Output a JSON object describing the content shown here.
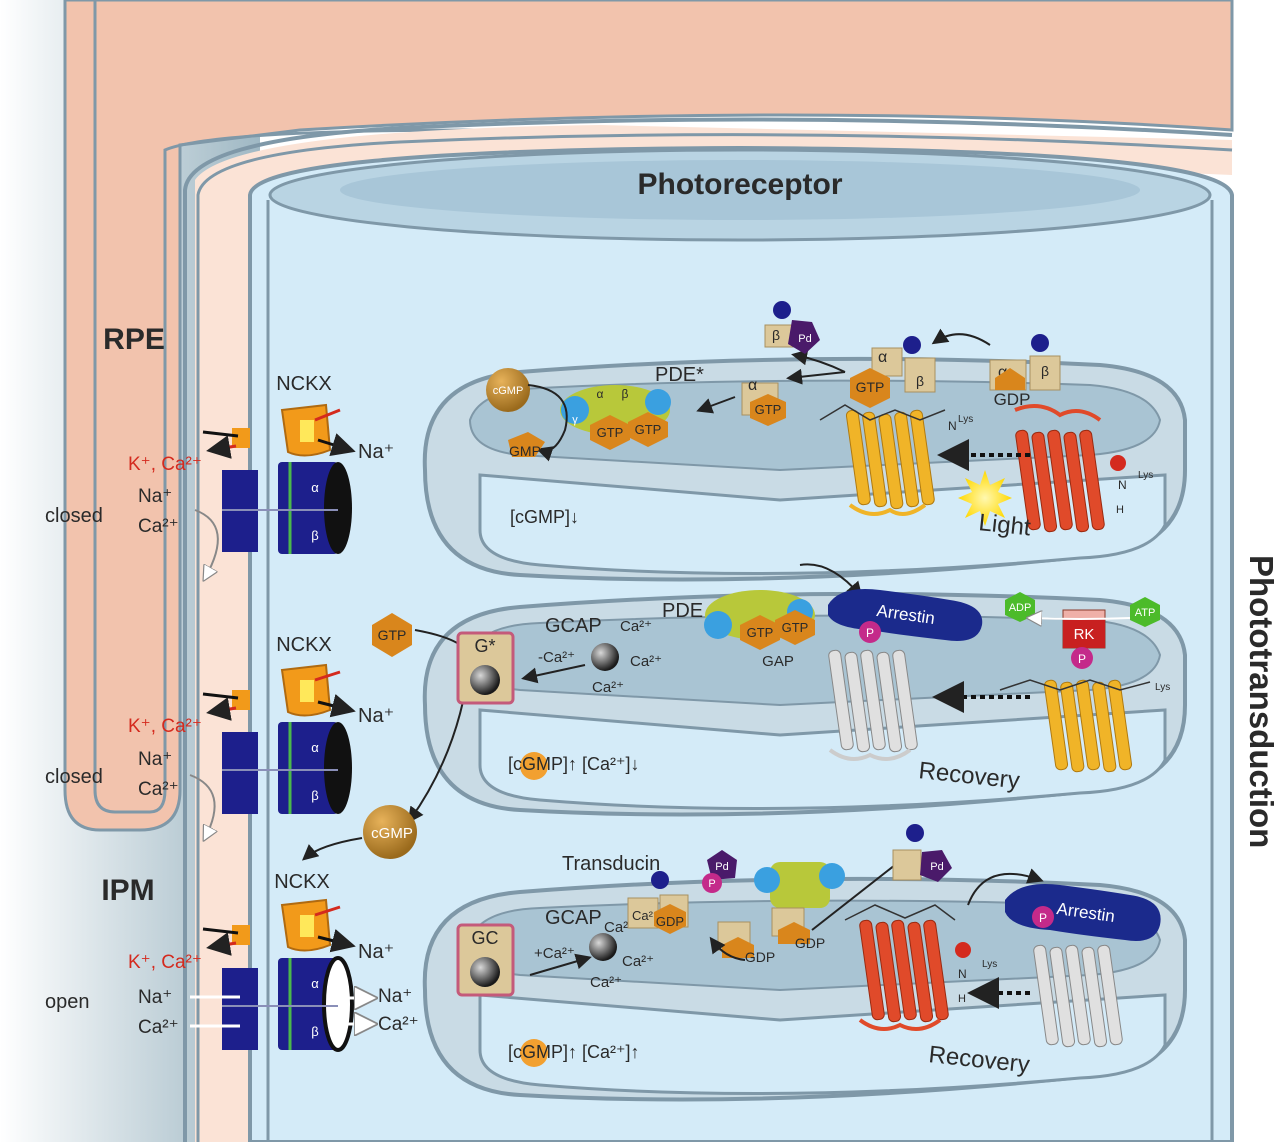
{
  "labels": {
    "photoreceptor": "Photoreceptor",
    "phototransduction": "Phototransduction",
    "rpe": "RPE",
    "ipm": "IPM"
  },
  "channels": [
    {
      "nckx": "NCKX",
      "na_out": "Na⁺",
      "k_ca": "K⁺, Ca²⁺",
      "state": "closed",
      "na_in": "Na⁺",
      "ca_in": "Ca²⁺",
      "alpha": "α",
      "beta": "β"
    },
    {
      "nckx": "NCKX",
      "na_out": "Na⁺",
      "k_ca": "K⁺, Ca²⁺",
      "state": "closed",
      "na_in": "Na⁺",
      "ca_in": "Ca²⁺",
      "alpha": "α",
      "beta": "β"
    },
    {
      "nckx": "NCKX",
      "na_out": "Na⁺",
      "k_ca": "K⁺, Ca²⁺",
      "state": "open",
      "na_in": "Na⁺",
      "ca_in": "Ca²⁺",
      "alpha": "α",
      "beta": "β",
      "na_exit": "Na⁺",
      "ca_exit": "Ca²⁺"
    }
  ],
  "discs": [
    {
      "status": "[cGMP]↓",
      "caption": "Light",
      "texts": {
        "pde": "PDE*",
        "cgmp": "cGMP",
        "gmp": "GMP",
        "gtp1": "GTP",
        "gtp2": "GTP",
        "gtp3": "GTP",
        "gtp4": "GTP",
        "gdp": "GDP",
        "lys1": "Lys",
        "lys2": "Lys",
        "pd": "Pd",
        "alpha": "α",
        "beta": "β",
        "gamma": "γ",
        "h": "H",
        "n": "N"
      }
    },
    {
      "status": "[cGMP]↑  [Ca²⁺]↓",
      "caption": "Recovery",
      "texts": {
        "pde": "PDE",
        "gcap": "GCAP",
        "gstar": "G*",
        "minus_ca": "-Ca²⁺",
        "ca1": "Ca²⁺",
        "ca2": "Ca²⁺",
        "ca3": "Ca²⁺",
        "gap": "GAP",
        "gtp_a": "GTP",
        "gtp_b": "GTP",
        "gtp_free": "GTP",
        "arrestin": "Arrestin",
        "p1": "P",
        "p2": "P",
        "rk": "RK",
        "adp": "ADP",
        "atp": "ATP",
        "lys": "Lys",
        "cgmp": "cGMP"
      }
    },
    {
      "status": "[cGMP]↑  [Ca²⁺]↑",
      "caption": "Recovery",
      "texts": {
        "gc": "GC",
        "gcap": "GCAP",
        "plus_ca": "+Ca²⁺",
        "ca1": "Ca²⁺",
        "ca2": "Ca²⁺",
        "ca3": "Ca²⁺",
        "ca4": "Ca²⁺",
        "transducin": "Transducin",
        "gdp1": "GDP",
        "gdp2": "GDP",
        "gdp3": "GDP",
        "arrestin": "Arrestin",
        "p1": "P",
        "p2": "P",
        "pd1": "Pd",
        "pd2": "Pd",
        "lys": "Lys",
        "h": "H",
        "n": "N"
      }
    }
  ],
  "colors": {
    "rpe": "#f2c3ad",
    "rpe_light": "#fbe3d6",
    "cell": "#d4ebf8",
    "membrane": "#7f98a8",
    "disc_top": "#b7cfdc",
    "channel": "#1d1f8c",
    "nckx": "#f29a1a",
    "transducin": "#dcc89a",
    "gtp": "#d9861c",
    "rhodopsin_active": "#f0b428",
    "rhodopsin_dark": "#e04a2a",
    "arrestin": "#1b2a8c",
    "phospho": "#c42a8a"
  }
}
